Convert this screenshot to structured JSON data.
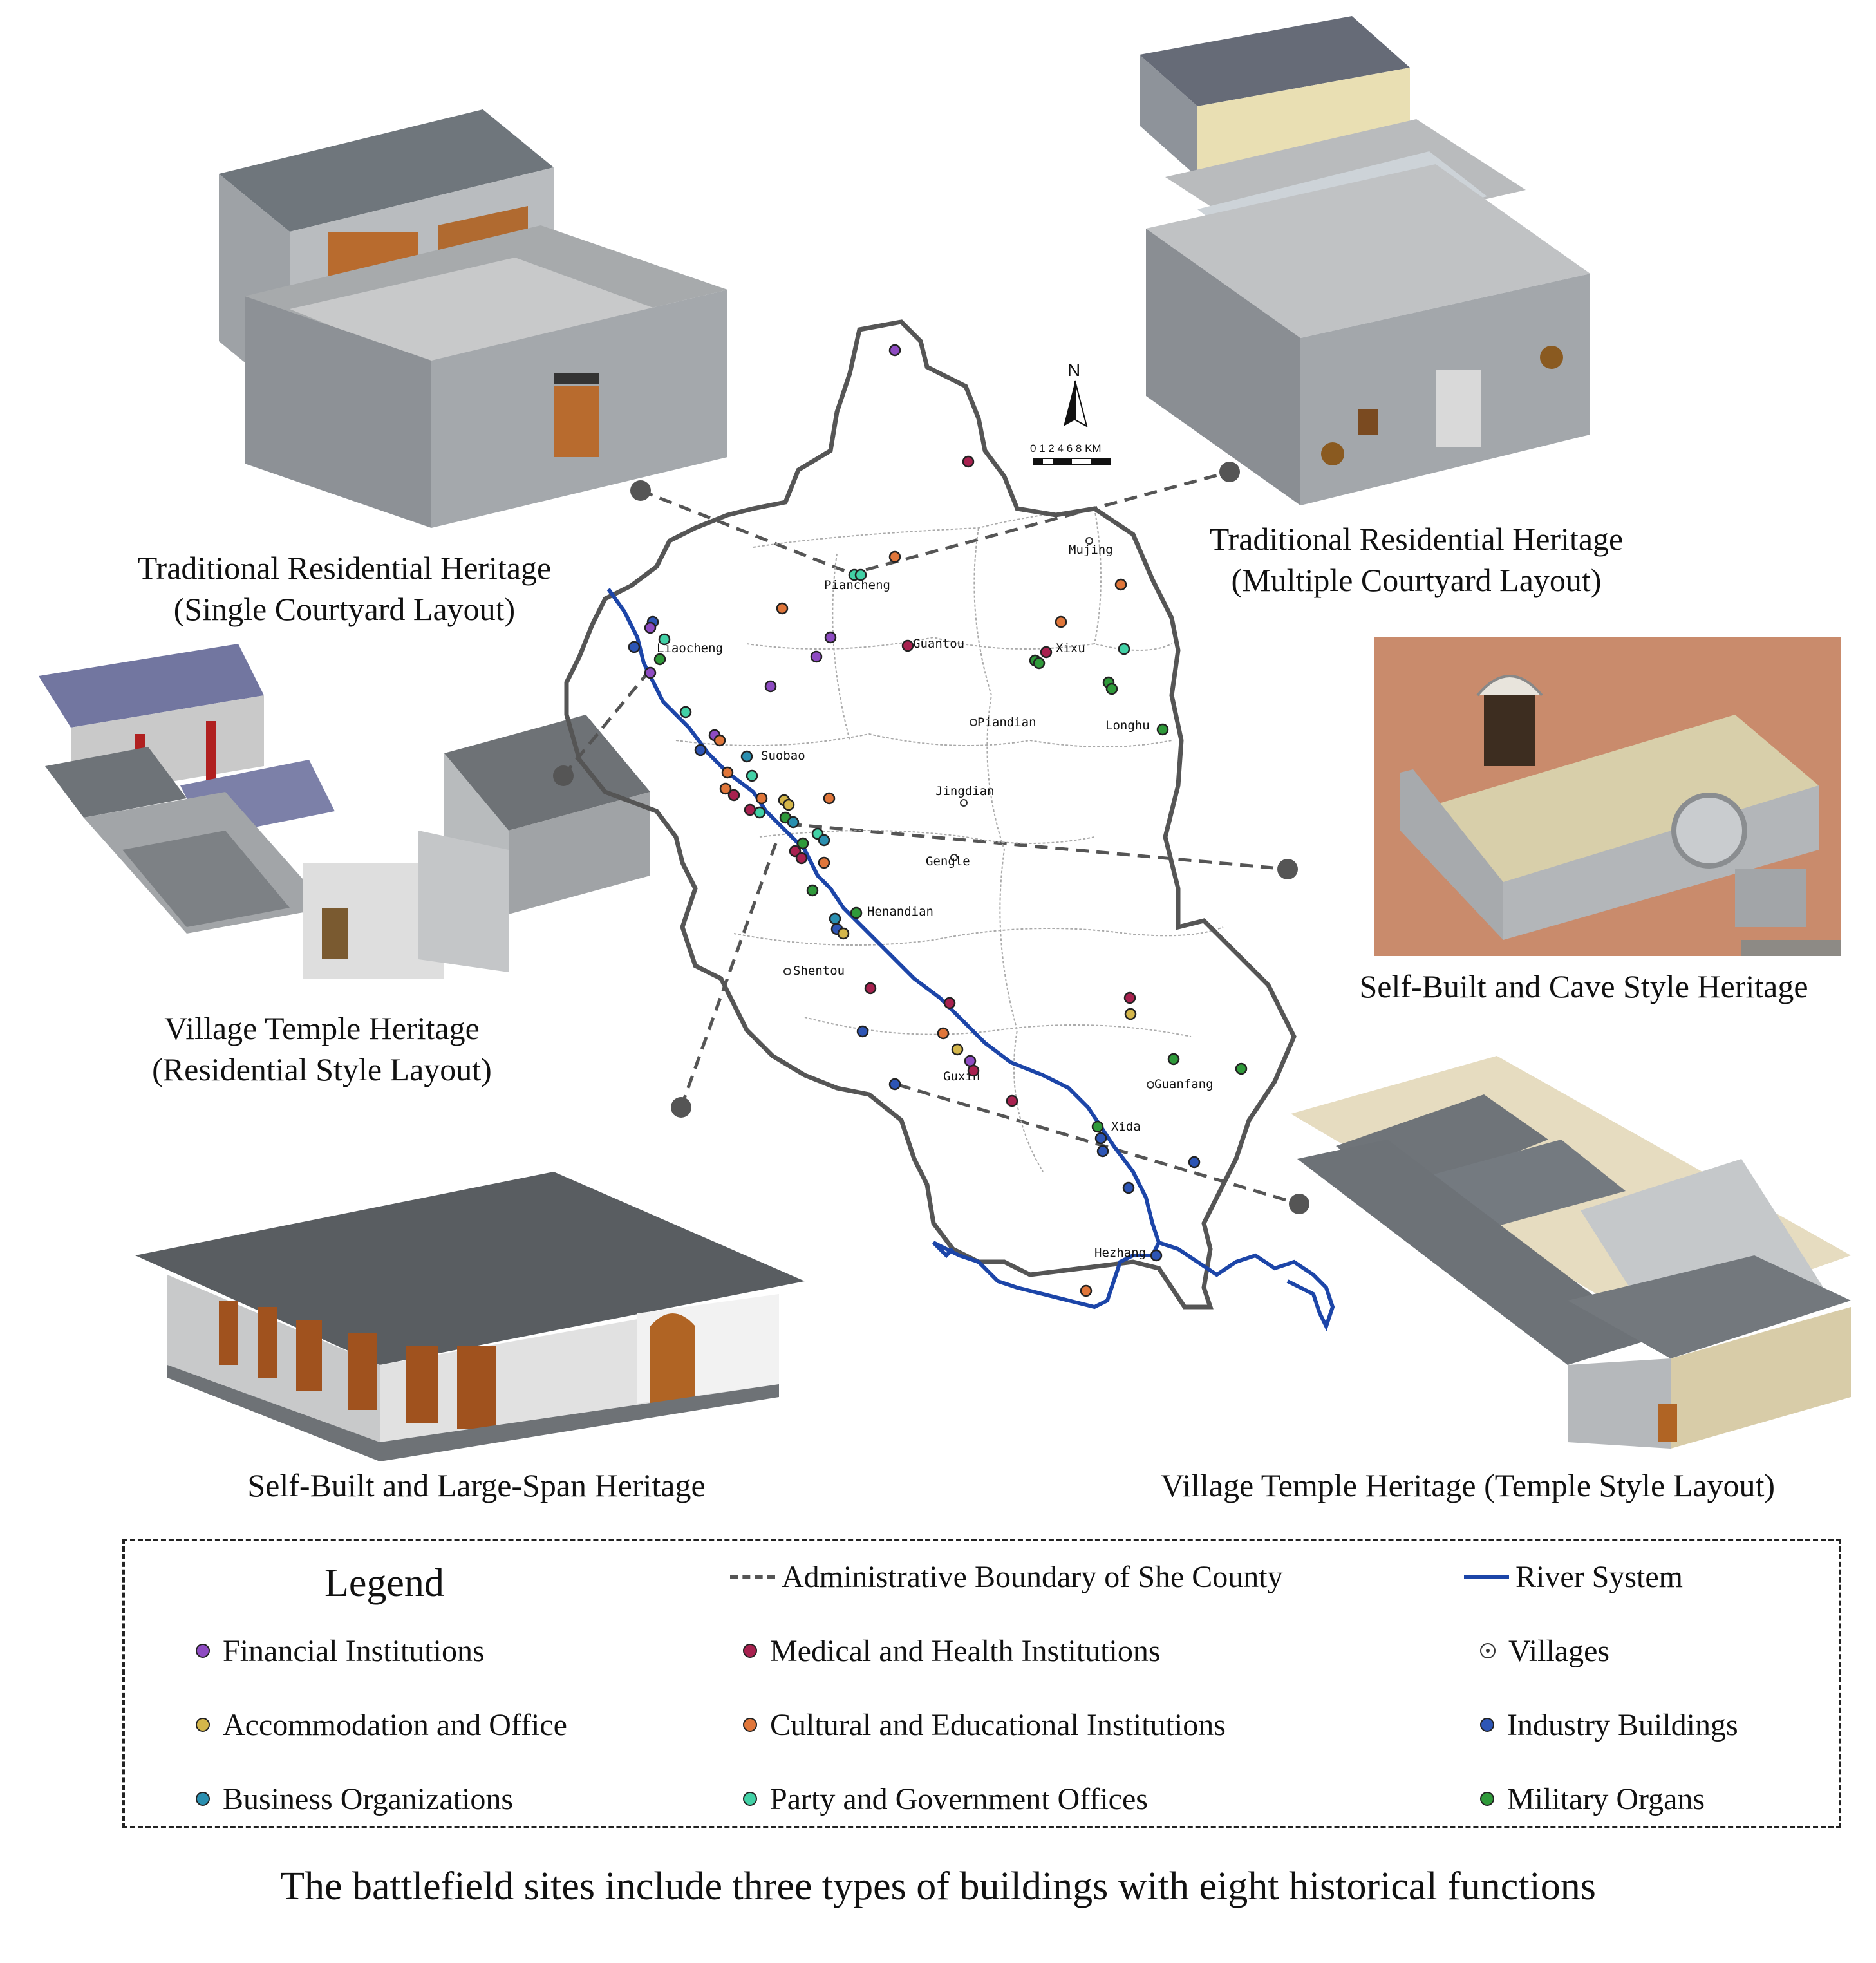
{
  "captions": {
    "single_courtyard": [
      "Traditional Residential Heritage",
      "(Single Courtyard Layout)"
    ],
    "multiple_courtyard": [
      "Traditional Residential Heritage",
      "(Multiple Courtyard Layout)"
    ],
    "village_temple_residential": [
      "Village Temple Heritage",
      "(Residential Style Layout)"
    ],
    "cave_style": "Self-Built and Cave Style Heritage",
    "large_span": "Self-Built and Large-Span Heritage",
    "temple_style": "Village Temple Heritage (Temple Style Layout)"
  },
  "map": {
    "north_label": "N",
    "scale_ticks": "0 1 2   4   6   8 KM",
    "places": [
      "Piancheng",
      "Mujing",
      "Liaocheng",
      "Xixu",
      "Guantou",
      "Piandian",
      "Longhu",
      "Suobao",
      "Jingdian",
      "Gengle",
      "Henandian",
      "Shentou",
      "Guxin",
      "Guanfang",
      "Xida",
      "Hezhang"
    ]
  },
  "legend": {
    "title": "Legend",
    "boundary": "Administrative Boundary of She County",
    "river": "River System",
    "financial": "Financial Institutions",
    "medical": "Medical and Health Institutions",
    "villages": "Villages",
    "accommodation": "Accommodation and Office",
    "cultural": "Cultural and Educational Institutions",
    "industry": "Industry Buildings",
    "business": "Business Organizations",
    "party": "Party and Government Offices",
    "military": "Military Organs"
  },
  "colors": {
    "financial": "#8e4bc2",
    "medical": "#a8214f",
    "accommodation": "#d4b64a",
    "cultural": "#e0763a",
    "industry": "#2d55b5",
    "business": "#2a8fb0",
    "party": "#42d1a6",
    "military": "#2f9a3a",
    "river": "#1c45a8",
    "boundary": "#555555"
  },
  "footer": "The battlefield sites include three types of buildings with eight historical functions"
}
